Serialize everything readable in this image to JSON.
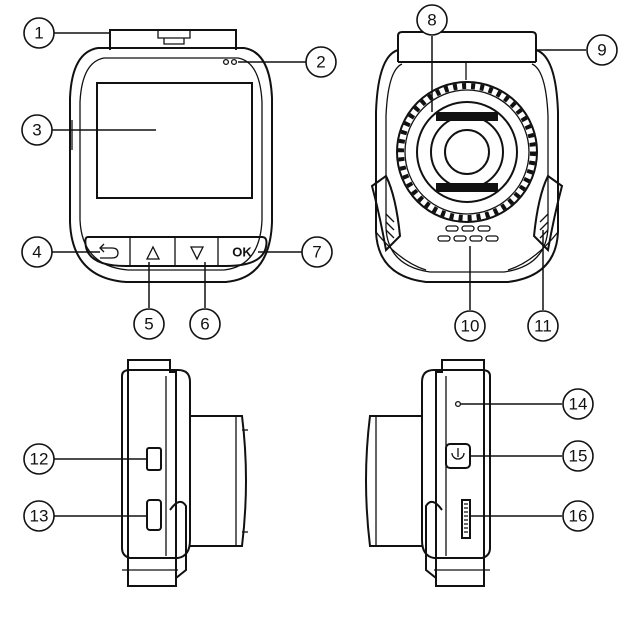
{
  "diagram": {
    "views": [
      "front-view",
      "rear-view",
      "left-side-view",
      "right-side-view"
    ],
    "front_buttons": [
      {
        "name": "back-button",
        "glyph": "back-arrow-icon"
      },
      {
        "name": "up-button",
        "glyph": "up-triangle-icon"
      },
      {
        "name": "down-button",
        "glyph": "down-triangle-icon"
      },
      {
        "name": "ok-button",
        "label": "OK"
      }
    ],
    "callouts": [
      {
        "number": "1",
        "part": "mount-connector"
      },
      {
        "number": "2",
        "part": "indicator-dots"
      },
      {
        "number": "3",
        "part": "screen"
      },
      {
        "number": "4",
        "part": "back-button"
      },
      {
        "number": "5",
        "part": "up-button"
      },
      {
        "number": "6",
        "part": "down-button"
      },
      {
        "number": "7",
        "part": "ok-button"
      },
      {
        "number": "8",
        "part": "lens"
      },
      {
        "number": "9",
        "part": "mount-bracket"
      },
      {
        "number": "10",
        "part": "speaker-grille"
      },
      {
        "number": "11",
        "part": "side-vent"
      },
      {
        "number": "12",
        "part": "mini-usb-port"
      },
      {
        "number": "13",
        "part": "hdmi-port"
      },
      {
        "number": "14",
        "part": "microphone-hole"
      },
      {
        "number": "15",
        "part": "power-button"
      },
      {
        "number": "16",
        "part": "microsd-slot"
      }
    ]
  }
}
